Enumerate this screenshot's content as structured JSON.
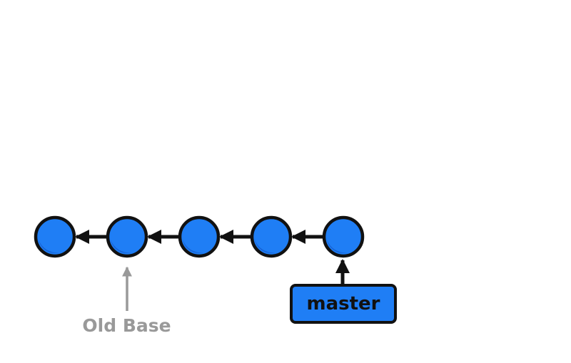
{
  "diagram": {
    "commits": [
      {
        "id": "c1"
      },
      {
        "id": "c2"
      },
      {
        "id": "c3"
      },
      {
        "id": "c4"
      },
      {
        "id": "c5"
      }
    ],
    "edges": [
      {
        "from": "c2",
        "to": "c1"
      },
      {
        "from": "c3",
        "to": "c2"
      },
      {
        "from": "c4",
        "to": "c3"
      },
      {
        "from": "c5",
        "to": "c4"
      }
    ],
    "branch": {
      "label": "master",
      "points_to": "c5"
    },
    "base_marker": {
      "label": "Old Base",
      "points_to": "c2"
    },
    "colors": {
      "commit_fill": "#1f7ef5",
      "commit_shade": "#1663d6",
      "outline": "#111111",
      "branch_fill": "#1f7ef5",
      "base_marker": "#999999"
    }
  }
}
